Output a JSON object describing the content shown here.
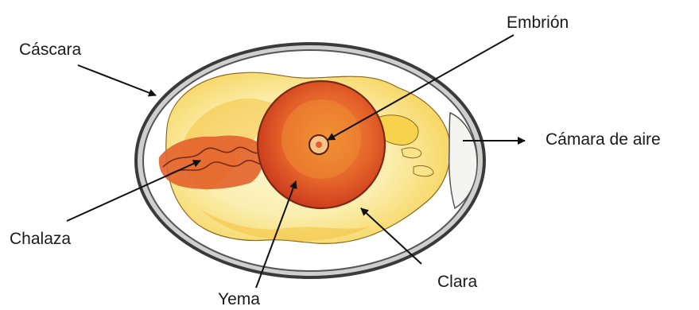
{
  "labels": {
    "cascara": "Cáscara",
    "embrion": "Embrión",
    "camara_de_aire": "Cámara de aire",
    "chalaza": "Chalaza",
    "clara": "Clara",
    "yema": "Yema"
  },
  "colors": {
    "shell_outline": "#3a3a3a",
    "shell_fill": "#d4d4d4",
    "albumen_outer": "#f7e07a",
    "albumen_inner": "#fbf3c4",
    "yolk_outer": "#d9421e",
    "yolk_inner": "#f08a2a",
    "chalaza": "#d9531f",
    "arrow": "#111111"
  }
}
